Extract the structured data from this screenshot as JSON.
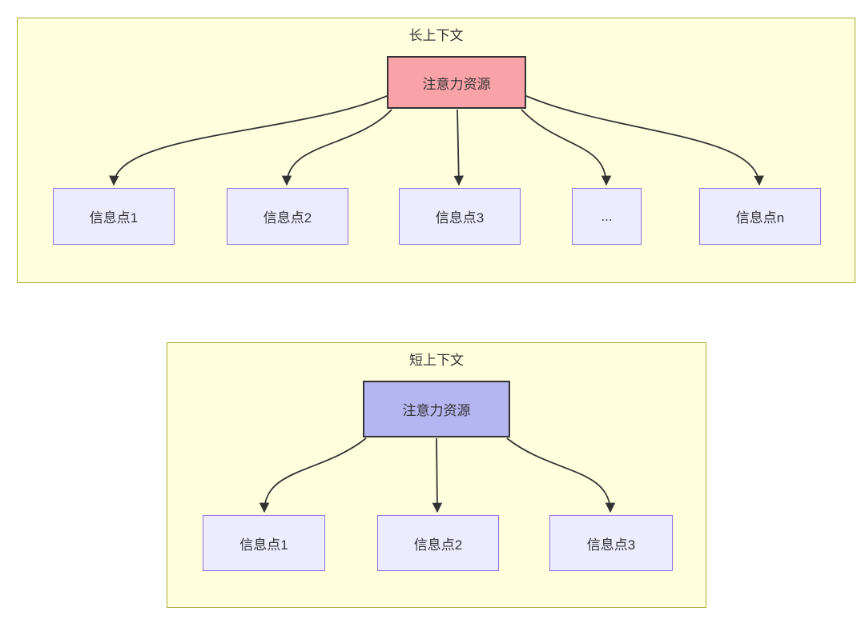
{
  "colors": {
    "cluster_fill": "#ffffde",
    "cluster_border": "#aaaa33",
    "info_node_fill": "#ececff",
    "info_node_border": "#9370db",
    "attention_long_fill": "#f9a3a8",
    "attention_short_fill": "#b5b5f1",
    "attention_node_border": "#333333",
    "arrow_color": "#333333",
    "text_color": "#333333"
  },
  "diagrams": [
    {
      "title": "长上下文",
      "attention_label": "注意力资源",
      "nodes": [
        "信息点1",
        "信息点2",
        "信息点3",
        "...",
        "信息点n"
      ]
    },
    {
      "title": "短上下文",
      "attention_label": "注意力资源",
      "nodes": [
        "信息点1",
        "信息点2",
        "信息点3"
      ]
    }
  ]
}
